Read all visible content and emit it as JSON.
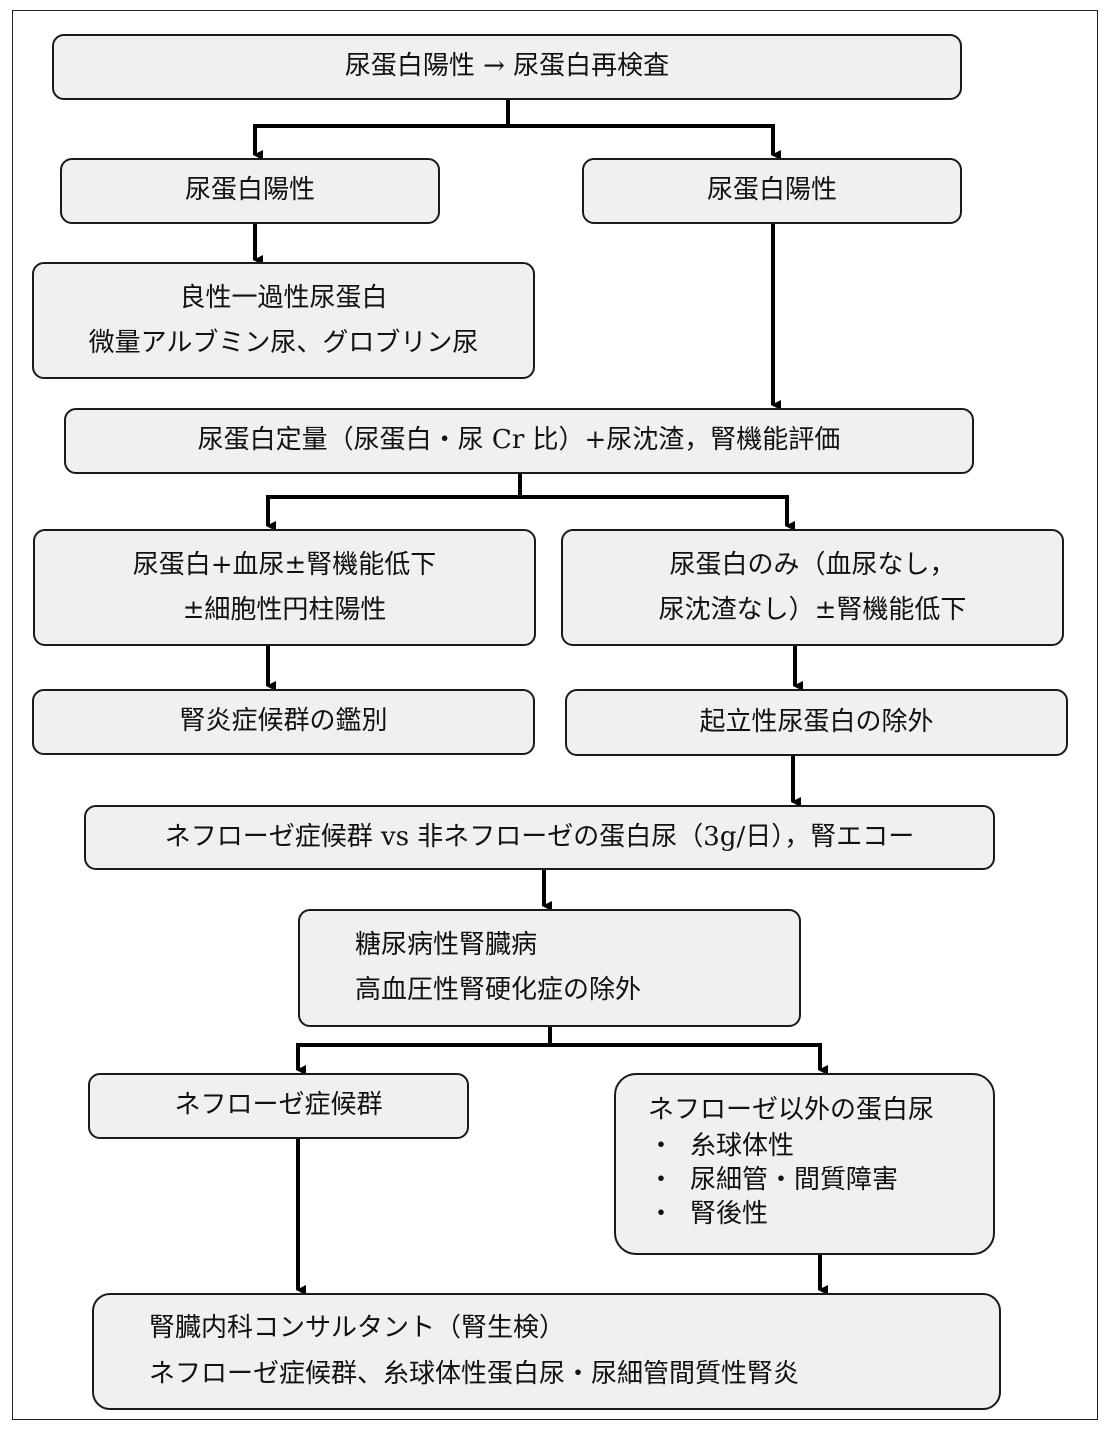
{
  "nodes": {
    "start": {
      "text": "尿蛋白陽性 → 尿蛋白再検査"
    },
    "branch_left": {
      "text": "尿蛋白陽性"
    },
    "branch_right": {
      "text": "尿蛋白陽性"
    },
    "benign": {
      "lines": [
        "良性一過性尿蛋白",
        "微量アルブミン尿、グロブリン尿"
      ]
    },
    "quantify": {
      "text": "尿蛋白定量（尿蛋白・尿 Cr 比）+尿沈渣，腎機能評価"
    },
    "hematuria": {
      "lines": [
        "尿蛋白+血尿±腎機能低下",
        "±細胞性円柱陽性"
      ]
    },
    "protein_only": {
      "lines": [
        "尿蛋白のみ（血尿なし，",
        "尿沈渣なし）±腎機能低下"
      ]
    },
    "nephritis": {
      "text": "腎炎症候群の鑑別"
    },
    "orthostatic": {
      "text": "起立性尿蛋白の除外"
    },
    "nephrotic_vs": {
      "text": "ネフローゼ症候群 vs 非ネフローゼの蛋白尿（3g/日），腎エコー"
    },
    "diabetic": {
      "lines": [
        "糖尿病性腎臓病",
        "高血圧性腎硬化症の除外"
      ]
    },
    "nephrotic": {
      "text": "ネフローゼ症候群"
    },
    "non_nephrotic": {
      "title": "ネフローゼ以外の蛋白尿",
      "bullet": "・",
      "items": [
        "糸球体性",
        "尿細管・間質障害",
        "腎後性"
      ]
    },
    "consult": {
      "lines": [
        "腎臓内科コンサルタント（腎生検）",
        "ネフローゼ症候群、糸球体性蛋白尿・尿細管間質性腎炎"
      ]
    }
  }
}
